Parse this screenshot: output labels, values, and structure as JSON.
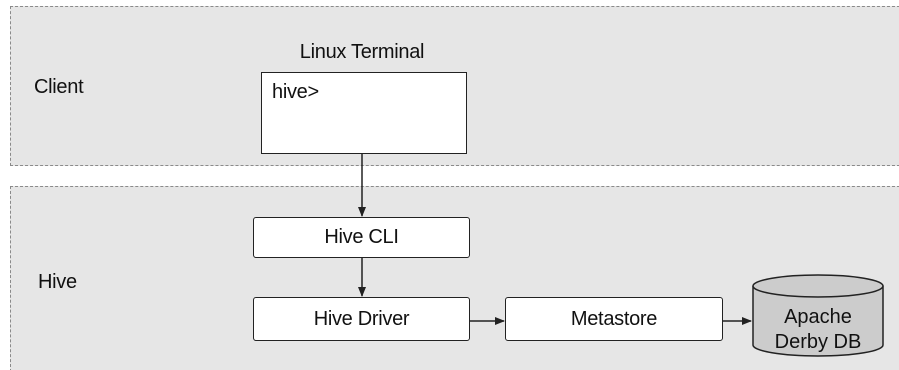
{
  "layers": {
    "client": "Client",
    "hive": "Hive"
  },
  "terminal": {
    "title": "Linux Terminal",
    "prompt": "hive>"
  },
  "components": {
    "hive_cli": "Hive CLI",
    "hive_driver": "Hive Driver",
    "metastore": "Metastore",
    "database_line1": "Apache",
    "database_line2": "Derby DB"
  },
  "colors": {
    "layer_fill": "#e6e6e6",
    "layer_border": "#8a8a8a",
    "box_fill": "#ffffff",
    "db_fill": "#cccccc",
    "stroke": "#222222"
  }
}
